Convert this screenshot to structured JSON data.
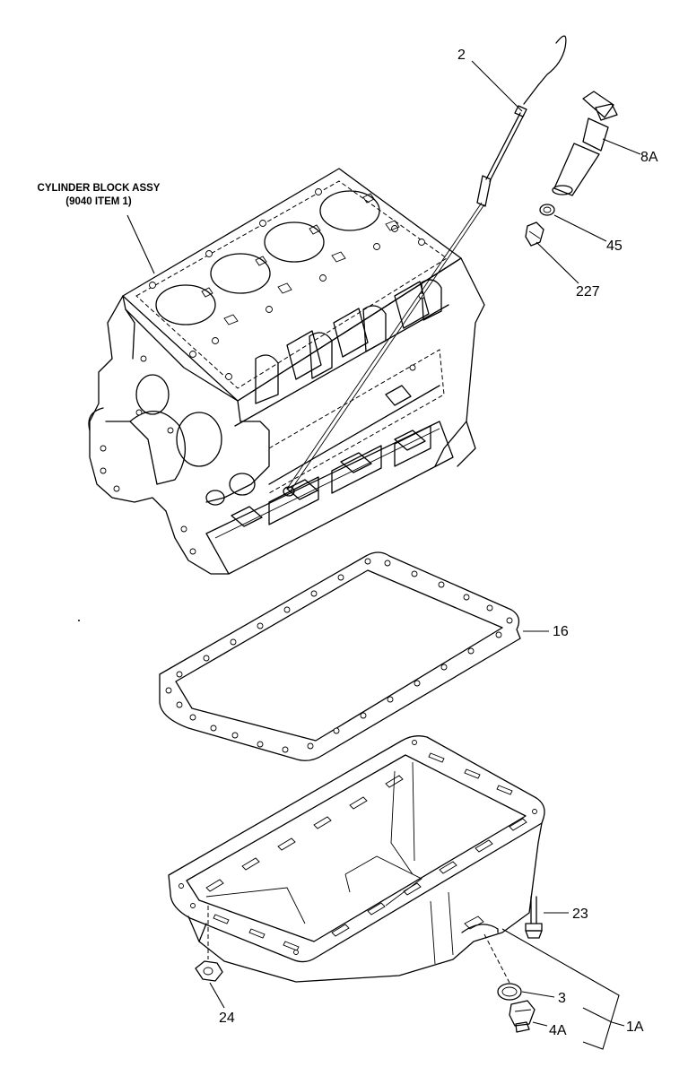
{
  "assembly": {
    "line1": "CYLINDER BLOCK ASSY",
    "line2": "(9040 ITEM 1)"
  },
  "callouts": {
    "dipstick": "2",
    "guide_tube": "8A",
    "o_ring_top": "45",
    "bolt_top": "227",
    "gasket": "16",
    "bolt_pan": "23",
    "washer": "3",
    "drain_plug": "4A",
    "kit": "1A",
    "nut": "24"
  }
}
